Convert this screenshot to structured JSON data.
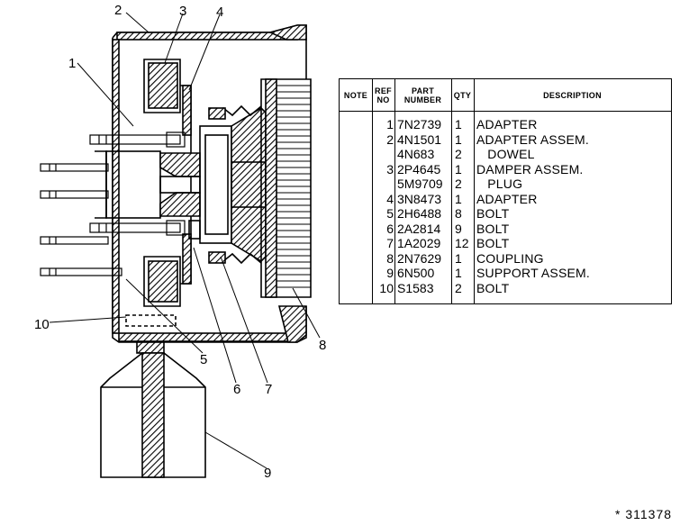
{
  "callouts": [
    "1",
    "2",
    "3",
    "4",
    "5",
    "6",
    "7",
    "8",
    "9",
    "10"
  ],
  "table": {
    "headers": {
      "note": "NOTE",
      "ref_no": [
        "REF",
        "NO"
      ],
      "part_number": [
        "PART",
        "NUMBER"
      ],
      "qty": "QTY",
      "description": "DESCRIPTION"
    },
    "rows": [
      {
        "ref": "1",
        "part": "7N2739",
        "qty": "1",
        "desc": "ADAPTER"
      },
      {
        "ref": "2",
        "part": "4N1501",
        "qty": "1",
        "desc": "ADAPTER ASSEM."
      },
      {
        "ref": "",
        "part": "4N683",
        "qty": "2",
        "desc": "   DOWEL"
      },
      {
        "ref": "3",
        "part": "2P4645",
        "qty": "1",
        "desc": "DAMPER ASSEM."
      },
      {
        "ref": "",
        "part": "5M9709",
        "qty": "2",
        "desc": "   PLUG"
      },
      {
        "ref": "4",
        "part": "3N8473",
        "qty": "1",
        "desc": "ADAPTER"
      },
      {
        "ref": "5",
        "part": "2H6488",
        "qty": "8",
        "desc": "BOLT"
      },
      {
        "ref": "6",
        "part": "2A2814",
        "qty": "9",
        "desc": "BOLT"
      },
      {
        "ref": "7",
        "part": "1A2029",
        "qty": "12",
        "desc": "BOLT"
      },
      {
        "ref": "8",
        "part": "2N7629",
        "qty": "1",
        "desc": "COUPLING"
      },
      {
        "ref": "9",
        "part": "6N500",
        "qty": "1",
        "desc": "SUPPORT ASSEM."
      },
      {
        "ref": "10",
        "part": "S1583",
        "qty": "2",
        "desc": "BOLT"
      }
    ]
  },
  "drawing_number": "* 311378"
}
